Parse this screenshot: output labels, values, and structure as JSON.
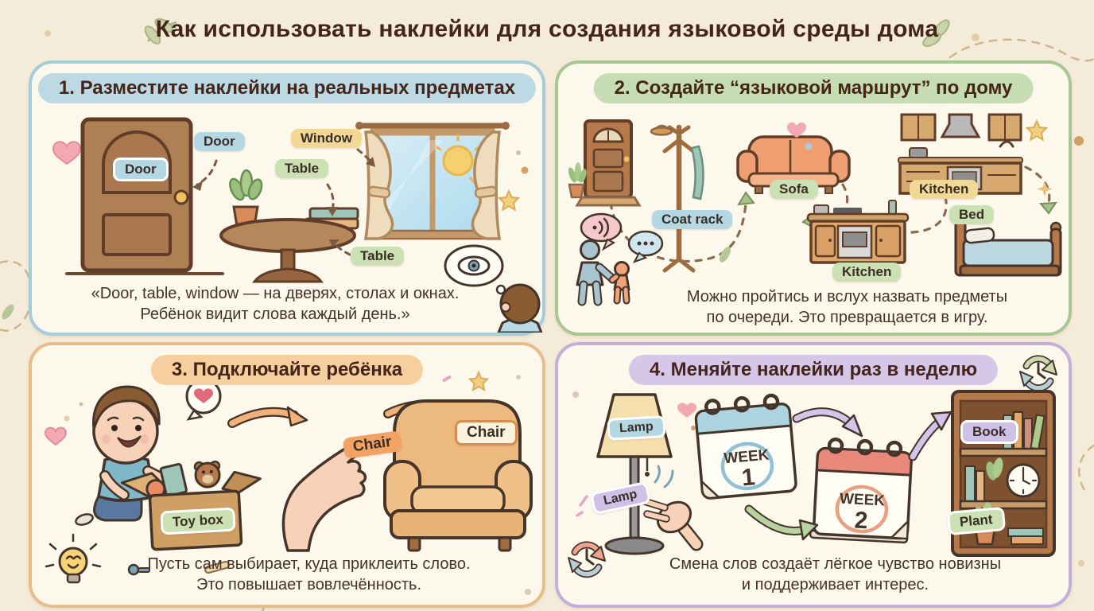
{
  "title": "Как использовать наклейки для создания языковой среды дома",
  "panel1": {
    "header": "1. Разместите наклейки на реальных предметах",
    "sticker_on_door": "Door",
    "tag_door": "Door",
    "tag_window": "Window",
    "tag_table_top": "Table",
    "tag_table_bottom": "Table",
    "caption_line1": "«Door, table, window — на дверях, столах и окнах.",
    "caption_line2": "Ребёнок видит слова каждый день.»"
  },
  "panel2": {
    "header": "2. Создайте “языковой маршрут” по дому",
    "tag_coat_rack": "Coat rack",
    "tag_sofa": "Sofa",
    "tag_kitchen_lower": "Kitchen",
    "tag_kitchen_upper": "Kitchen",
    "tag_bed": "Bed",
    "caption_line1": "Можно пройтись и вслух назвать предметы",
    "caption_line2": "по очереди. Это превращается в игру."
  },
  "panel3": {
    "header": "3. Подключайте ребёнка",
    "tag_toy_box": "Toy box",
    "sticker_chair_in_hand": "Chair",
    "sticker_chair_on_chair": "Chair",
    "caption_line1": "Пусть сам выбирает, куда приклеить слово.",
    "caption_line2": "Это повышает вовлечённость."
  },
  "panel4": {
    "header": "4. Меняйте наклейки раз в неделю",
    "sticker_lamp_on_shade": "Lamp",
    "sticker_lamp_in_hand": "Lamp",
    "calendar1_word": "WEEK",
    "calendar1_number": "1",
    "calendar2_word": "WEEK",
    "calendar2_number": "2",
    "tag_book": "Book",
    "tag_plant": "Plant",
    "caption_line1": "Смена слов создаёт лёгкое чувство новизны",
    "caption_line2": "и поддерживает интерес."
  },
  "colors": {
    "page_bg": "#f4ecd9",
    "panel_bg": "#fcf8ec",
    "panel1_accent": "#bcd9e4",
    "panel2_accent": "#c6dcb2",
    "panel3_accent": "#f6cf9e",
    "panel4_accent": "#d6c6e8",
    "title_text": "#45241a"
  }
}
